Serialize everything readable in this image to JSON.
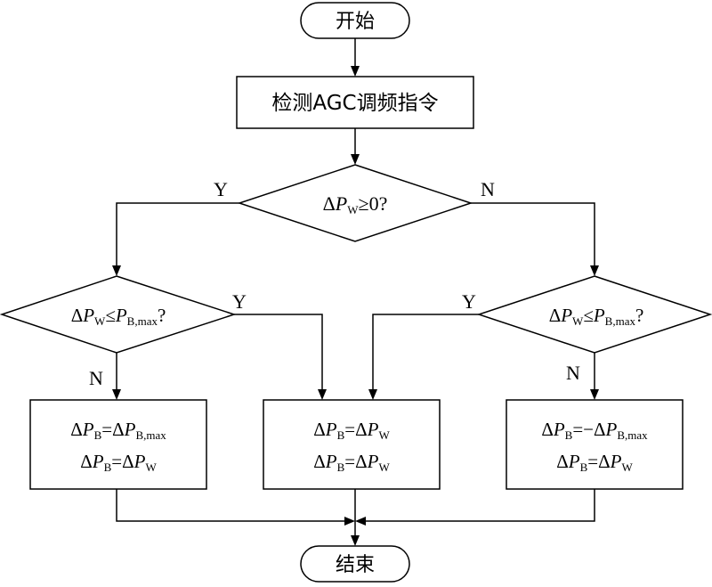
{
  "nodes": {
    "start": "开始",
    "detect": "检测AGC调频指令",
    "decision_main": {
      "delta": "Δ",
      "p": "P",
      "sub": "W",
      "rest": "≥0?"
    },
    "decision_left": {
      "delta": "Δ",
      "p": "P",
      "sub": "W",
      "op": "≤",
      "p2": "P",
      "sub2": "B,max",
      "q": "?"
    },
    "decision_right": {
      "delta": "Δ",
      "p": "P",
      "sub": "W",
      "op": "≤",
      "p2": "P",
      "sub2": "B,max",
      "q": "?"
    },
    "box_left": {
      "line1": {
        "d1": "Δ",
        "p1": "P",
        "s1": "B",
        "eq": "=",
        "d2": "Δ",
        "p2": "P",
        "s2": "B,max"
      },
      "line2": {
        "d1": "Δ",
        "p1": "P",
        "s1": "B",
        "eq": "=",
        "d2": "Δ",
        "p2": "P",
        "s2": "W"
      }
    },
    "box_mid": {
      "line1": {
        "d1": "Δ",
        "p1": "P",
        "s1": "B",
        "eq": "=",
        "d2": "Δ",
        "p2": "P",
        "s2": "W"
      },
      "line2": {
        "d1": "Δ",
        "p1": "P",
        "s1": "B",
        "eq": "=",
        "d2": "Δ",
        "p2": "P",
        "s2": "W"
      }
    },
    "box_right": {
      "line1": {
        "d1": "Δ",
        "p1": "P",
        "s1": "B",
        "eq": "=−",
        "d2": "Δ",
        "p2": "P",
        "s2": "B,max"
      },
      "line2": {
        "d1": "Δ",
        "p1": "P",
        "s1": "B",
        "eq": "=",
        "d2": "Δ",
        "p2": "P",
        "s2": "W"
      }
    },
    "end": "结束"
  },
  "edge_labels": {
    "main_yes": "Y",
    "main_no": "N",
    "left_yes": "Y",
    "left_no": "N",
    "right_yes": "Y",
    "right_no": "N"
  }
}
